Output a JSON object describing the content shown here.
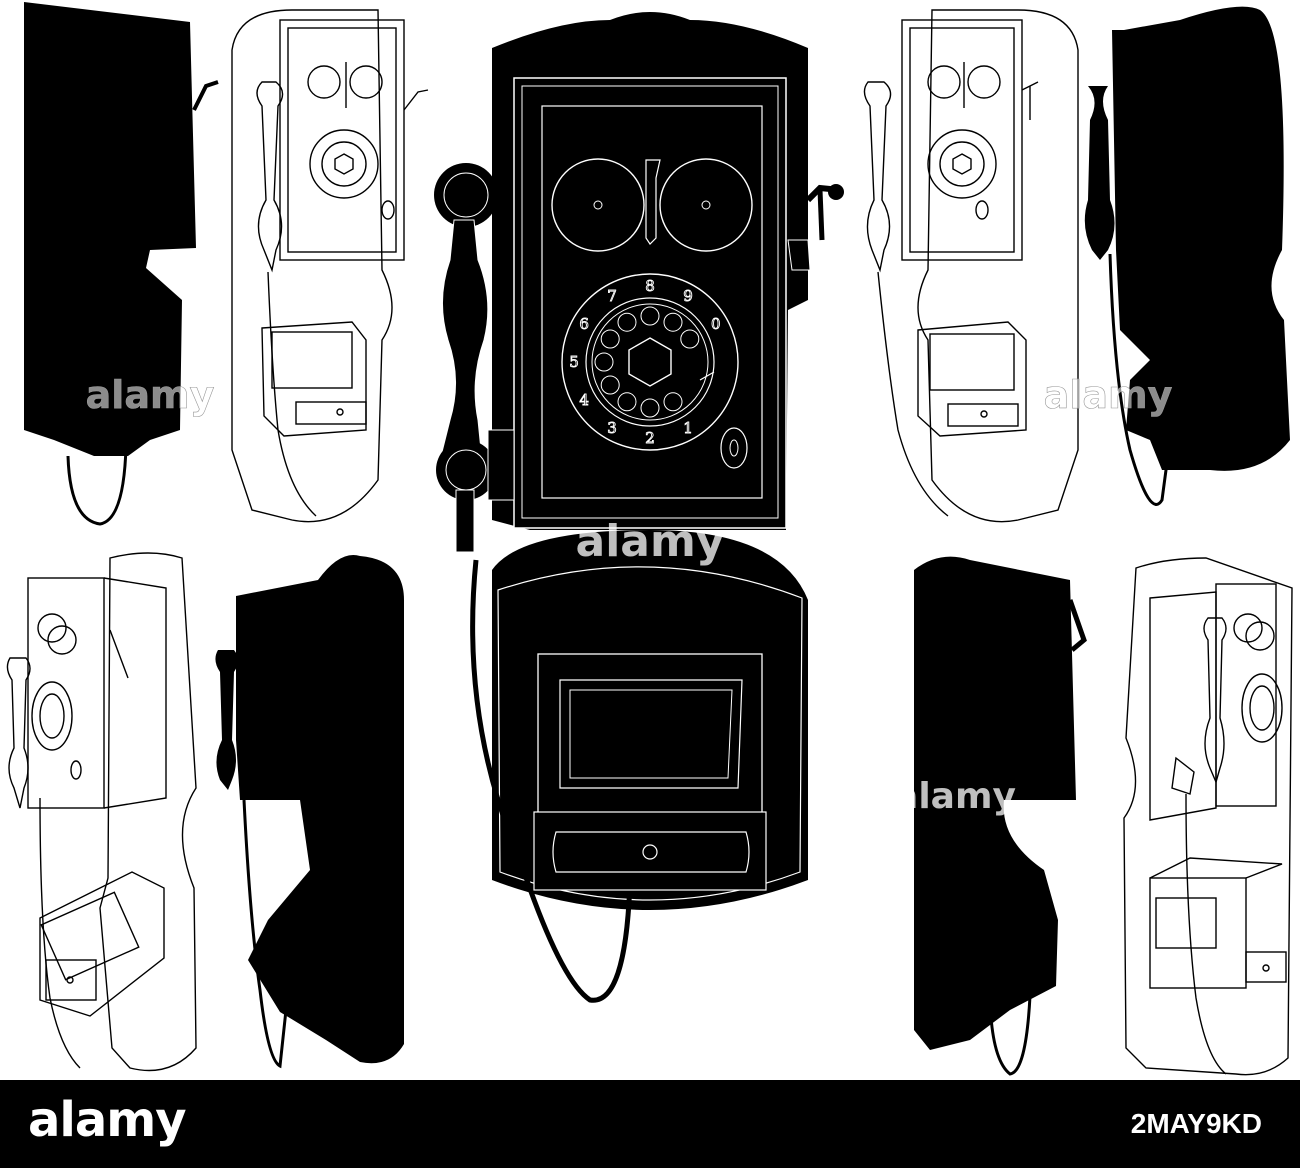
{
  "watermarks": [
    "alamy",
    "alamy",
    "alamy",
    "alamy"
  ],
  "dial_digits": [
    "1",
    "2",
    "3",
    "4",
    "5",
    "6",
    "7",
    "8",
    "9",
    "0"
  ],
  "footer": {
    "brand": "alamy",
    "image_id": "2MAY9KD"
  },
  "colors": {
    "silhouette": "#000000",
    "outline": "#000000",
    "background": "#ffffff",
    "footer": "#000000"
  }
}
